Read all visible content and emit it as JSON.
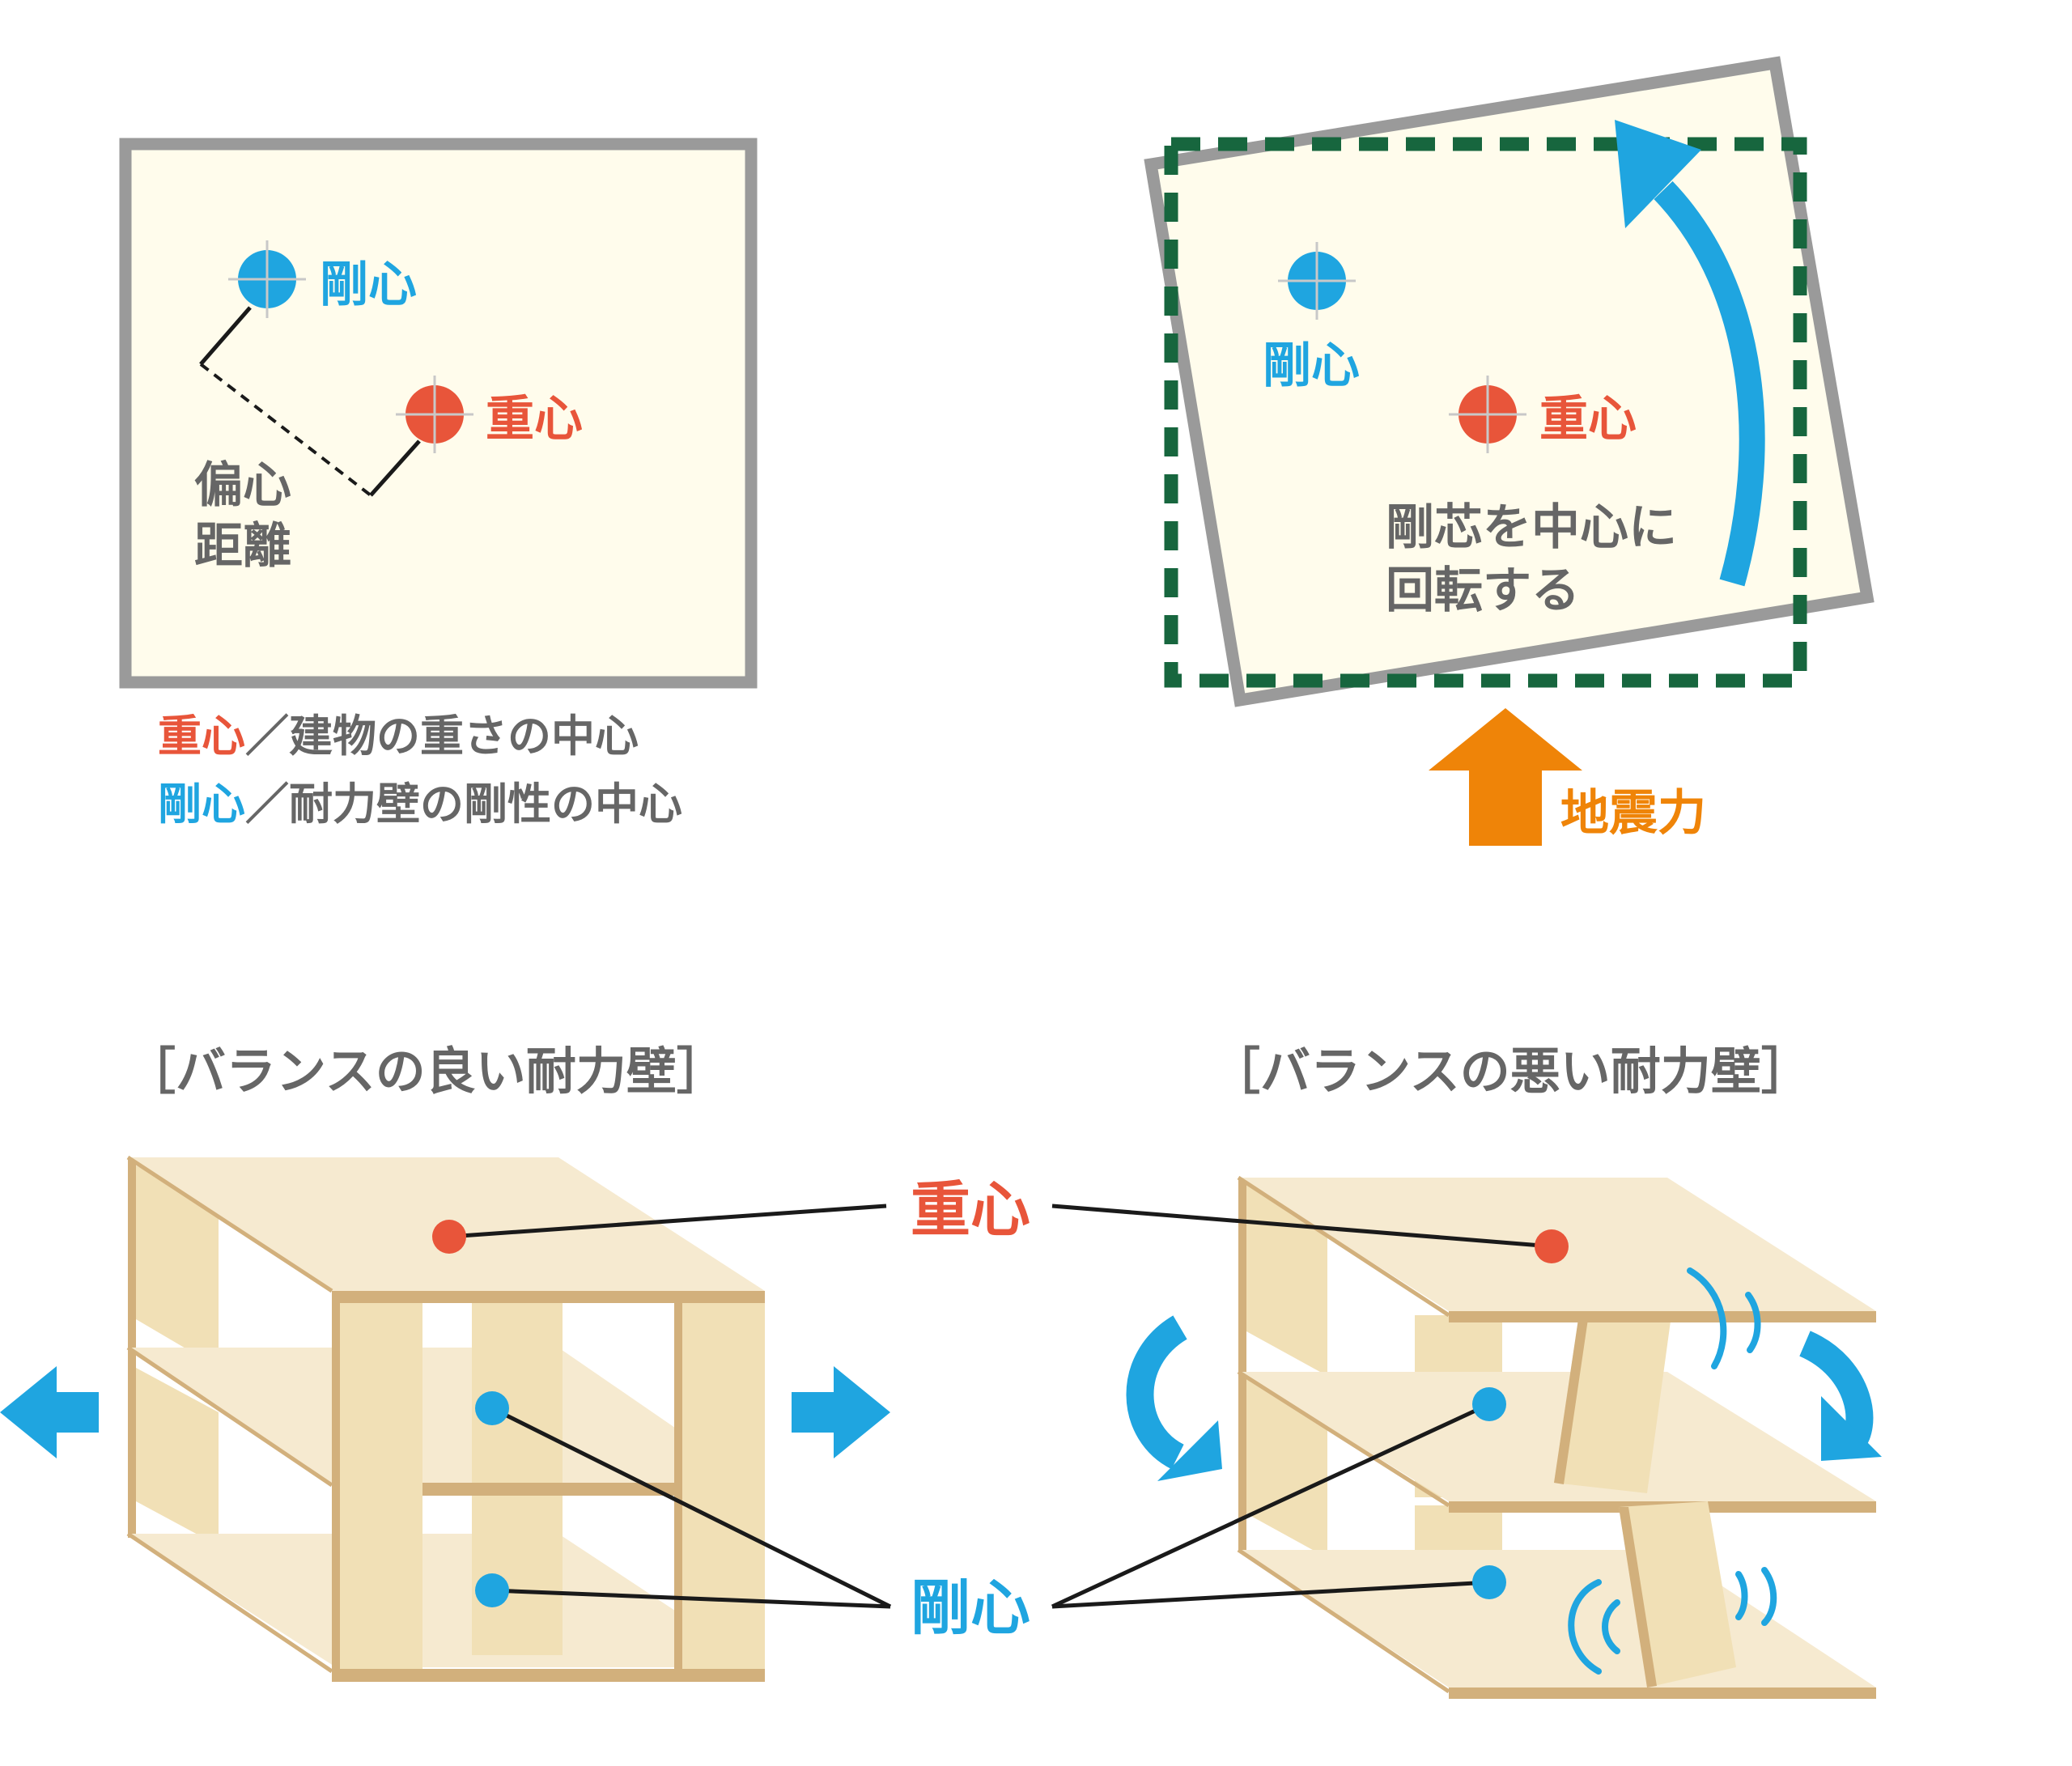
{
  "colors": {
    "rigidity": "#1fa5e0",
    "gravity": "#e8553a",
    "text_gray": "#666666",
    "frame_gray": "#9a9a9a",
    "floor_fill": "#fffcec",
    "dashed_green": "#17663e",
    "quake_orange": "#ef8408",
    "wood_light": "#f6ead0",
    "wood_mid": "#eed9ab",
    "wood_edge": "#d2b07c",
    "line_black": "#1a1a1a"
  },
  "icons": {
    "rigidity_marker": "crosshair-circle-icon",
    "gravity_marker": "crosshair-circle-icon",
    "rotation": "curved-arrow-icon",
    "force": "up-arrow-icon",
    "push": "left-right-arrow-icon",
    "vibration": "vibration-wave-icon"
  },
  "top_left": {
    "rigidity_label": "剛心",
    "gravity_label": "重心",
    "eccentric_line1": "偏心",
    "eccentric_line2": "距離"
  },
  "legend": {
    "gravity_term": "重心",
    "gravity_desc": "／建物の重さの中心",
    "rigidity_term": "剛心",
    "rigidity_desc": "／耐力壁の剛性の中心"
  },
  "top_right": {
    "rigidity_label": "剛心",
    "gravity_label": "重心",
    "rotate_line1": "剛芯を中心に",
    "rotate_line2": "回転する",
    "force_label": "地震力"
  },
  "bottom": {
    "good_title": "［バランスの良い耐力壁］",
    "bad_title": "［バランスの悪い耐力壁］",
    "gravity_label": "重心",
    "rigidity_label": "剛心"
  }
}
